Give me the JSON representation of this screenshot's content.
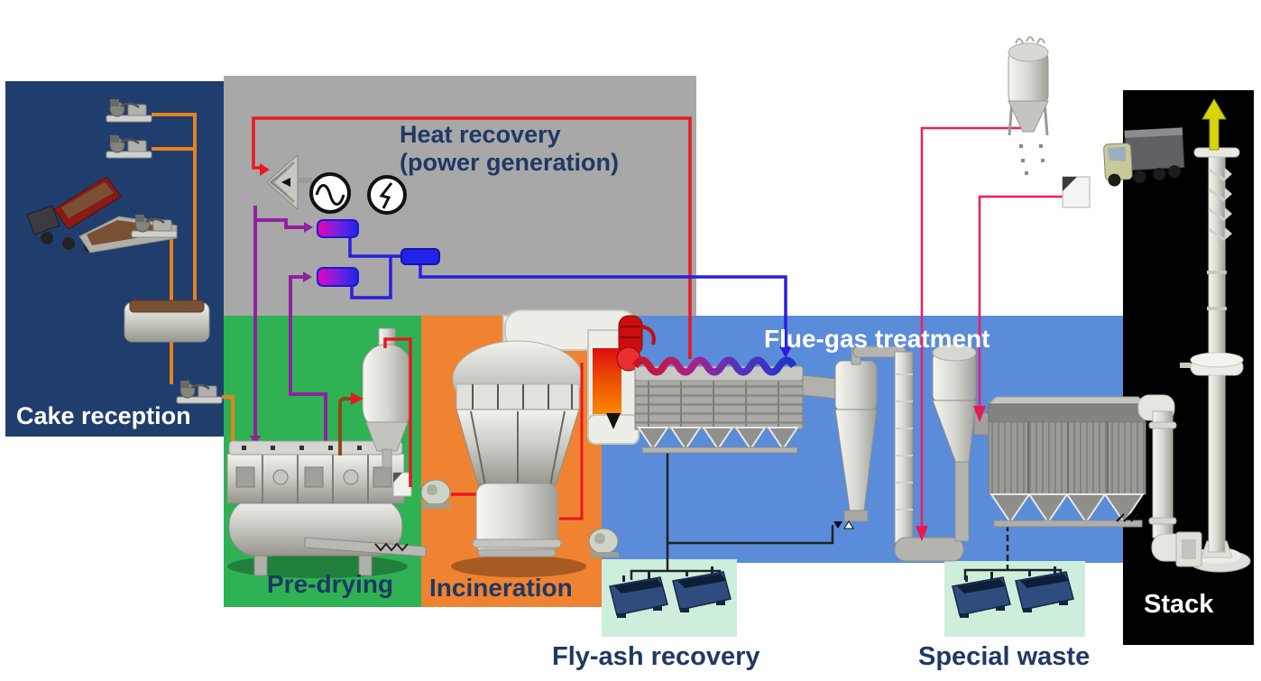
{
  "figure": {
    "type": "process-flow-diagram",
    "subject": "Sludge cake incineration plant overview"
  },
  "zones": {
    "cake_reception": {
      "label": "Cake reception"
    },
    "heat_recovery": {
      "label_line1": "Heat recovery",
      "label_line2": "(power generation)"
    },
    "pre_drying": {
      "label": "Pre-drying"
    },
    "incineration": {
      "label": "Incineration"
    },
    "flue_gas_treatment": {
      "label": "Flue-gas treatment"
    },
    "fly_ash_recovery": {
      "label": "Fly-ash recovery"
    },
    "special_waste": {
      "label": "Special waste"
    },
    "stack": {
      "label": "Stack"
    }
  },
  "equipment_icons": {
    "cake_reception": [
      "sludge-pump",
      "sludge-pump",
      "tipping-truck",
      "reception-hopper",
      "hopper-pump",
      "cake-silo",
      "cake-feed-pump"
    ],
    "heat_recovery": [
      "steam-turbine",
      "generator-symbol",
      "power-symbol",
      "heat-exchanger",
      "heat-exchanger",
      "condenser-unit"
    ],
    "pre_drying": [
      "sludge-dryer",
      "vapour-condenser",
      "condensate-device",
      "screw-conveyor",
      "air-blower"
    ],
    "incineration": [
      "fluidized-bed-incinerator",
      "hot-gas-duct",
      "steam-drum",
      "air-blower"
    ],
    "flue_gas_treatment": [
      "waste-heat-boiler",
      "boiler-tube-bundle",
      "cyclone",
      "gas-pipe",
      "quench-reactor",
      "bag-filter"
    ],
    "reagent_dosing": [
      "reagent-silo",
      "dosing-unit"
    ],
    "fly_ash_recovery": [
      "ash-container",
      "ash-container"
    ],
    "special_waste": [
      "waste-container",
      "waste-container"
    ],
    "stack": [
      "id-fan",
      "stack-column",
      "disposal-truck",
      "emission-arrow"
    ]
  },
  "colors": {
    "background": "#ffffff",
    "zone_cake": "#1f3e6d",
    "zone_heat": "#a8a8a8",
    "zone_predry": "#2eb254",
    "zone_incin": "#ef8331",
    "zone_flue": "#5b8cd9",
    "zone_mint": "#cdeeda",
    "zone_stack": "#000000",
    "label_navy": "#1f3864",
    "label_white": "#ffffff",
    "line_orange": "#e8821e",
    "line_red": "#e8191f",
    "line_purple": "#90219f",
    "line_blue": "#2a1ee0",
    "line_pink": "#ee1e5e",
    "line_brown": "#8a4a16",
    "line_black": "#222222",
    "skip_container_blue": "#2e4d7e",
    "emission_arrow_yellow": "#d6d60c"
  }
}
